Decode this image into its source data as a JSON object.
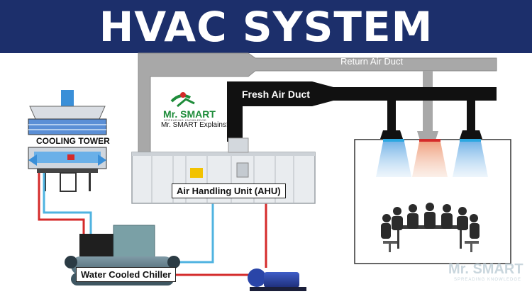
{
  "title": "HVAC SYSTEM",
  "labels": {
    "return_air_duct": "Return Air Duct",
    "fresh_air_duct": "Fresh Air Duct",
    "cooling_tower": "COOLING TOWER",
    "ahu": "Air Handling Unit (AHU)",
    "chiller": "Water Cooled Chiller"
  },
  "branding": {
    "name": "Mr. SMART",
    "tagline": "SPREADING KNOWLEDGE",
    "explains": "Mr. SMART Explains!",
    "watermark_name": "Mr. SMART",
    "watermark_tagline": "SPREADING KNOWLEDGE"
  },
  "colors": {
    "title_bar": "#1c2f6b",
    "return_duct": "#a8a8a8",
    "fresh_duct": "#111111",
    "chilled_water_supply": "#4fb3e0",
    "chilled_water_return": "#d42a2a",
    "cold_air": "#8fc4ec",
    "warm_air": "#f0b89a"
  }
}
